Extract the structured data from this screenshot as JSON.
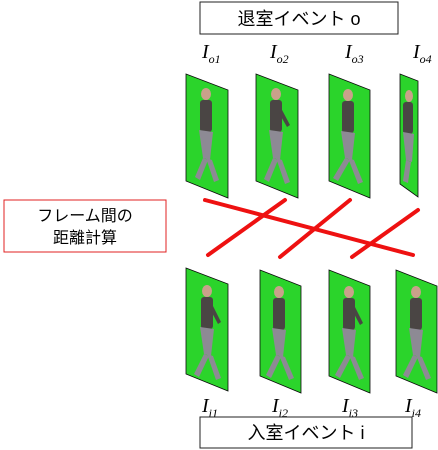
{
  "top_event_label": "退室イベント o",
  "bottom_event_label": "入室イベント i",
  "distance_label_line1": "フレーム間の",
  "distance_label_line2": "距離計算",
  "top_frames": [
    {
      "sym": "I",
      "sub": "o1"
    },
    {
      "sym": "I",
      "sub": "o2"
    },
    {
      "sym": "I",
      "sub": "o3"
    },
    {
      "sym": "I",
      "sub": "o4"
    }
  ],
  "bottom_frames": [
    {
      "sym": "I",
      "sub": "i1"
    },
    {
      "sym": "I",
      "sub": "i2"
    },
    {
      "sym": "I",
      "sub": "i3"
    },
    {
      "sym": "I",
      "sub": "i4"
    }
  ],
  "colors": {
    "frame_background": "#2bd42b",
    "match_line": "#ee1111",
    "label_box_border": "#e02020"
  }
}
